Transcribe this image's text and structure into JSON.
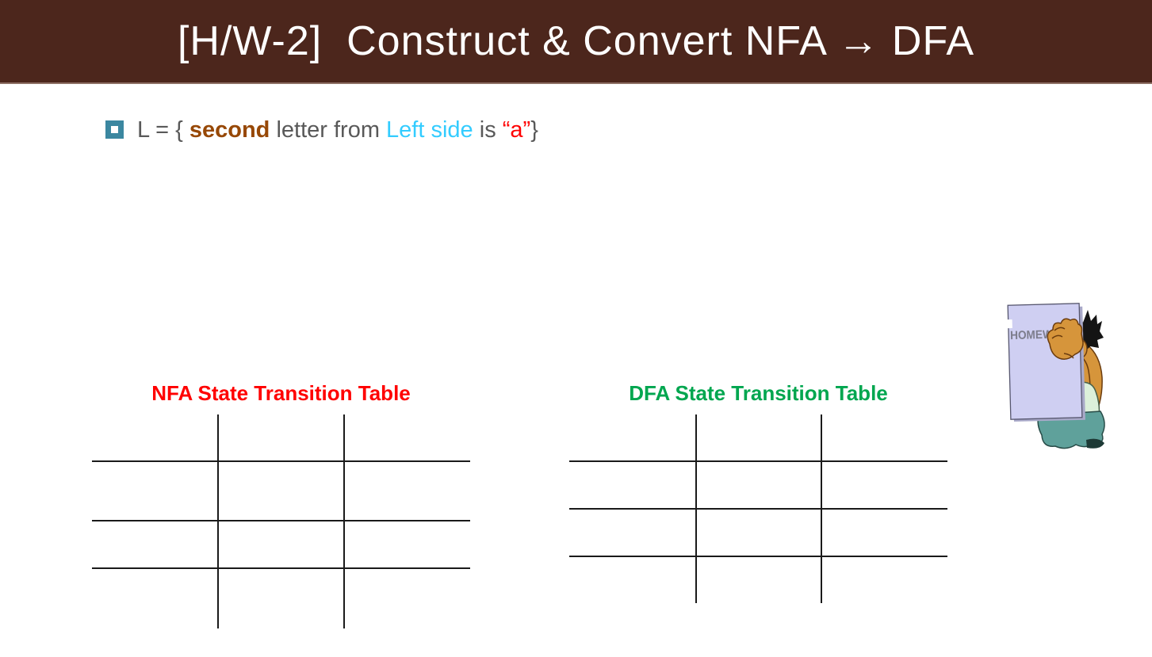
{
  "header": {
    "title": "[H/W-2]  Construct & Convert NFA → DFA"
  },
  "bullet": {
    "part_l": "L = { ",
    "part_second": "second",
    "part_letter_from": " letter from ",
    "part_left_side": "Left side",
    "part_is": " is ",
    "part_a": "“a”",
    "part_close": "}"
  },
  "nfa_table": {
    "title": "NFA State Transition Table",
    "columns": 3,
    "rows": 4
  },
  "dfa_table": {
    "title": "DFA State Transition Table",
    "columns": 3,
    "rows": 4
  },
  "clipart": {
    "sign_text": "HOMEWORK"
  },
  "colors": {
    "header_bg": "#4c261c",
    "header_text": "#ffffff",
    "bullet_marker_teal": "#3b87a0",
    "body_text_gray": "#595959",
    "emphasis_brown": "#974806",
    "emphasis_blue": "#33ccff",
    "emphasis_red": "#ff0000",
    "nfa_title_red": "#ff0000",
    "dfa_title_green": "#00a64f",
    "grid_line": "#1a1a1a",
    "paper_lavender": "#cfcff2",
    "skin_tan": "#d6953b",
    "pants_teal": "#5fa19b",
    "shirt_green": "#dcf0da"
  }
}
